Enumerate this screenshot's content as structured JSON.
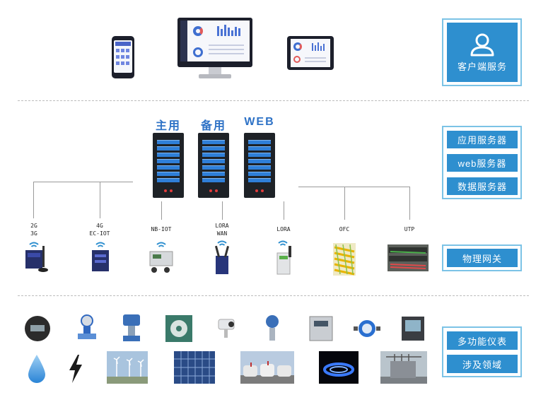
{
  "tiers": {
    "client": {
      "label": "客户端服务"
    },
    "servers": {
      "titles": [
        "主用",
        "备用",
        "WEB"
      ],
      "side_labels": [
        "应用服务器",
        "web服务器",
        "数据服务器"
      ]
    },
    "gateway": {
      "side_label": "物理网关",
      "labels": [
        {
          "line1": "2G",
          "line2": "3G"
        },
        {
          "line1": "4G",
          "line2": "EC-IOT"
        },
        {
          "line1": "NB-IOT",
          "line2": ""
        },
        {
          "line1": "LORA",
          "line2": "WAN"
        },
        {
          "line1": "LORA",
          "line2": ""
        },
        {
          "line1": "OFC",
          "line2": ""
        },
        {
          "line1": "UTP",
          "line2": ""
        }
      ]
    },
    "meters": {
      "side_labels": [
        "多功能仪表",
        "涉及领域"
      ]
    }
  },
  "colors": {
    "accent": "#2e8fcf",
    "border": "#7cc3e6",
    "server_title": "#2e72c6"
  },
  "icons": [
    "user-icon",
    "phone-icon",
    "monitor-icon",
    "tablet-icon",
    "wifi-icon",
    "water-drop-icon",
    "lightning-icon"
  ]
}
